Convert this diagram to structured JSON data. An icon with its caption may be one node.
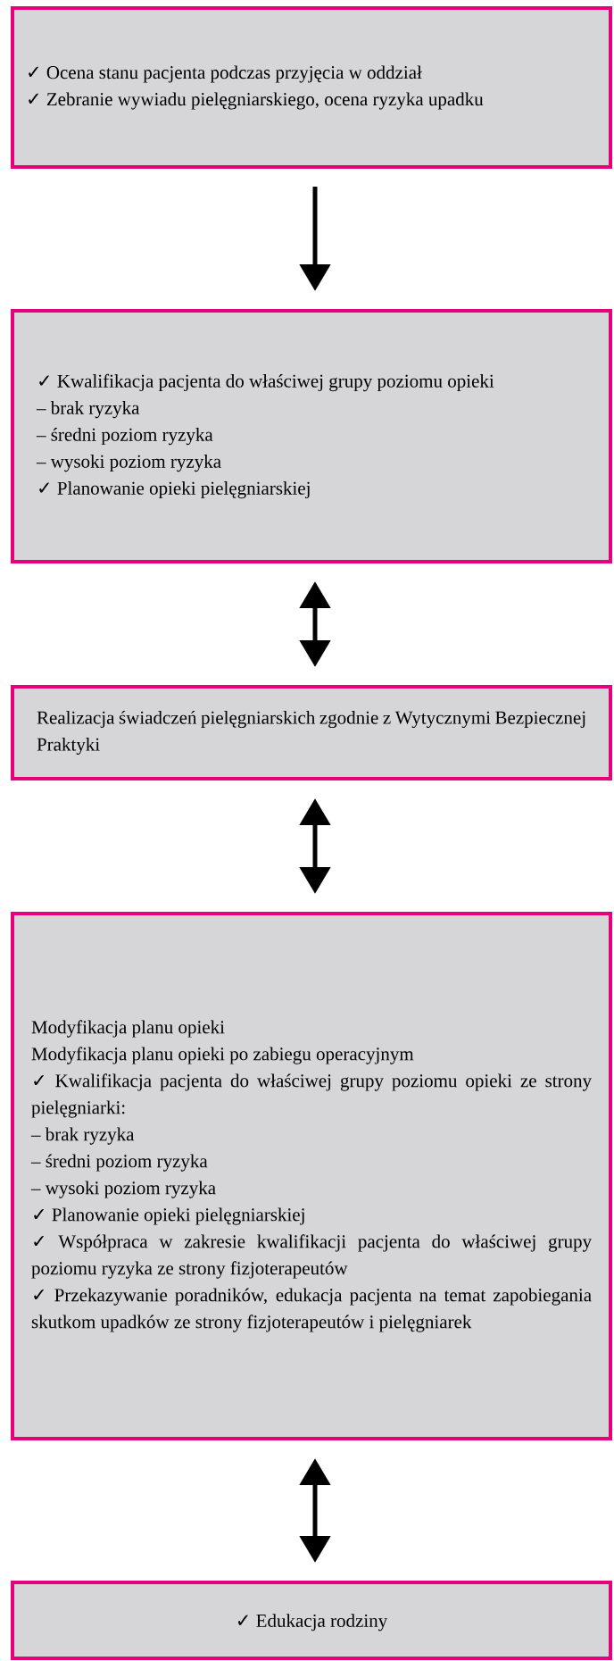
{
  "diagram": {
    "nodes": [
      {
        "text": [
          "✓ Ocena stanu pacjenta podczas przyjęcia w oddział",
          "✓ Zebranie wywiadu pielęgniarskiego, ocena ryzyka upadku"
        ]
      },
      {
        "text": [
          "✓ Kwalifikacja pacjenta do właściwej grupy poziomu opieki",
          "–  brak ryzyka",
          "–  średni poziom ryzyka",
          "–  wysoki poziom ryzyka",
          "✓ Planowanie opieki pielęgniarskiej"
        ]
      },
      {
        "text": [
          "Realizacja świadczeń pielęgniarskich zgodnie z Wytycznymi Bezpiecznej Praktyki"
        ]
      },
      {
        "text": [
          "Modyfikacja planu opieki",
          "Modyfikacja planu opieki po zabiegu operacyjnym",
          "✓ Kwalifikacja pacjenta do właściwej grupy poziomu opieki ze strony pielęgniarki:",
          "– brak ryzyka",
          "– średni poziom ryzyka",
          "– wysoki poziom ryzyka",
          "✓ Planowanie opieki pielęgniarskiej",
          "✓ Współpraca w zakresie kwalifikacji pacjenta do właściwej grupy poziomu ryzyka ze strony fizjoterapeutów",
          "✓ Przekazywanie poradników, edukacja pacjenta na temat zapobiegania skutkom upadków ze strony fizjoterapeutów i pielęgniarek"
        ]
      },
      {
        "text": [
          "✓ Edukacja rodziny"
        ]
      }
    ],
    "edges": [
      {
        "from": 0,
        "to": 1,
        "arrow": "to"
      },
      {
        "from": 1,
        "to": 2,
        "arrow": "both"
      },
      {
        "from": 2,
        "to": 3,
        "arrow": "both"
      },
      {
        "from": 3,
        "to": 4,
        "arrow": "both"
      }
    ]
  }
}
